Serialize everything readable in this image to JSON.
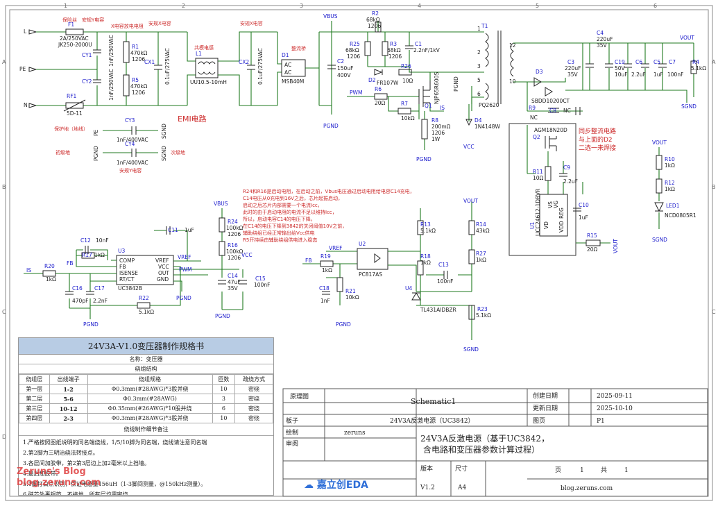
{
  "sheet": {
    "grid_top": [
      "1",
      "2",
      "3",
      "4",
      "5",
      "6"
    ],
    "grid_side": [
      "A",
      "B",
      "C",
      "D"
    ]
  },
  "inputs": {
    "L": "L",
    "PE": "PE",
    "N": "N"
  },
  "parts": {
    "F1": {
      "ref": "F1",
      "val1": "2A/250VAC",
      "val2": "JK250-2000U",
      "note": "保险丝"
    },
    "RF1": {
      "ref": "RF1",
      "val": "5D-11"
    },
    "CY1": {
      "ref": "CY1",
      "val": "1nF/250VAC"
    },
    "CY2": {
      "ref": "CY2",
      "val": "1nF/250VAC"
    },
    "R1": {
      "ref": "R1",
      "val1": "470kΩ",
      "val2": "1206"
    },
    "R5": {
      "ref": "R5",
      "val1": "470kΩ",
      "val2": "1206"
    },
    "CX1": {
      "ref": "CX1",
      "val": "0.1uF/275VAC"
    },
    "L1": {
      "ref": "L1",
      "val": "UU10.5-10mH",
      "note": "共模电感"
    },
    "CX2": {
      "ref": "CX2",
      "val": "0.1uF/275VAC"
    },
    "D1": {
      "ref": "D1",
      "val": "MSB40M",
      "note": "整流桥"
    },
    "C2": {
      "ref": "C2",
      "val1": "150uF",
      "val2": "400V"
    },
    "R2": {
      "ref": "R2",
      "val1": "68kΩ",
      "val2": "1206"
    },
    "R25": {
      "ref": "R25",
      "val1": "68kΩ",
      "val2": "1206"
    },
    "R3": {
      "ref": "R3",
      "val1": "68kΩ",
      "val2": "1206"
    },
    "C1": {
      "ref": "C1",
      "val": "2.2nF/1kV"
    },
    "D2": {
      "ref": "D2",
      "val": "FR107W"
    },
    "R26": {
      "ref": "R26",
      "val": "10Ω"
    },
    "R6": {
      "ref": "R6",
      "val": "20Ω"
    },
    "Q1": {
      "ref": "Q1",
      "val": "NJP65R600S"
    },
    "R7": {
      "ref": "R7",
      "val": "10kΩ"
    },
    "R8": {
      "ref": "R8",
      "val1": "200mΩ",
      "val2": "1206",
      "val3": "1W"
    },
    "T1": {
      "ref": "T1",
      "val": "PQ2620"
    },
    "D4": {
      "ref": "D4",
      "val": "1N4148W"
    },
    "D3": {
      "ref": "D3",
      "val": "SBDD10200CT"
    },
    "C4": {
      "ref": "C4",
      "val1": "220uF",
      "val2": "35V"
    },
    "C3": {
      "ref": "C3",
      "val1": "220uF",
      "val2": "35V"
    },
    "C19": {
      "ref": "C19",
      "val1": "50V",
      "val2": "10uF"
    },
    "C6": {
      "ref": "C6",
      "val": "2.2uF"
    },
    "C7": {
      "ref": "C7",
      "val": "100nF"
    },
    "C5": {
      "ref": "C5",
      "val": "1uF"
    },
    "R4": {
      "ref": "R4",
      "val": "5.1kΩ"
    },
    "R9": {
      "ref": "R9",
      "val": "NC"
    },
    "C8": {
      "ref": "C8",
      "val": "NC"
    },
    "Q2": {
      "ref": "Q2",
      "val": "AGM18N20D"
    },
    "R11": {
      "ref": "R11",
      "val": "10Ω"
    },
    "C9": {
      "ref": "C9",
      "val": "2.2uF"
    },
    "U1": {
      "ref": "U1",
      "val": "UCC24612-1DBVR"
    },
    "C10": {
      "ref": "C10",
      "val": "1uF"
    },
    "R15": {
      "ref": "R15",
      "val": "20Ω"
    },
    "R10": {
      "ref": "R10",
      "val": "1kΩ"
    },
    "R12": {
      "ref": "R12",
      "val": "1kΩ"
    },
    "LED1": {
      "ref": "LED1",
      "val": "NCD0805R1"
    },
    "CY3": {
      "ref": "CY3",
      "val": "1nF/400VAC"
    },
    "CY4": {
      "ref": "CY4",
      "val": "1nF/400VAC"
    },
    "C12": {
      "ref": "C12",
      "val": "10nF"
    },
    "R17": {
      "ref": "R17",
      "val": "1kΩ"
    },
    "U3": {
      "ref": "U3",
      "val": "UC3842B"
    },
    "C11": {
      "ref": "C11",
      "val": "1uF"
    },
    "R24": {
      "ref": "R24",
      "val1": "100kΩ",
      "val2": "1206"
    },
    "R16": {
      "ref": "R16",
      "val1": "100kΩ",
      "val2": "1206"
    },
    "C14": {
      "ref": "C14",
      "val1": "47uF",
      "val2": "35V"
    },
    "C15": {
      "ref": "C15",
      "val": "100nF"
    },
    "R20": {
      "ref": "R20",
      "val": "1kΩ"
    },
    "C16": {
      "ref": "C16",
      "val": "470pF"
    },
    "C17": {
      "ref": "C17",
      "val": "2.2nF"
    },
    "R22": {
      "ref": "R22",
      "val": "5.1kΩ"
    },
    "U2": {
      "ref": "U2",
      "val": "PC817AS"
    },
    "R19": {
      "ref": "R19",
      "val": "1kΩ"
    },
    "C18": {
      "ref": "C18",
      "val": "1nF"
    },
    "R21": {
      "ref": "R21",
      "val": "10kΩ"
    },
    "R13": {
      "ref": "R13",
      "val": "5.1kΩ"
    },
    "R18": {
      "ref": "R18",
      "val": "1kΩ"
    },
    "R14": {
      "ref": "R14",
      "val": "43kΩ"
    },
    "R27": {
      "ref": "R27",
      "val": "1kΩ"
    },
    "C13": {
      "ref": "C13",
      "val": "100nF"
    },
    "U4": {
      "ref": "U4",
      "val": "TL431AIDBZR"
    },
    "R23": {
      "ref": "R23",
      "val": "5.1kΩ"
    }
  },
  "u3_pins": [
    "COMP",
    "FB",
    "ISENSE",
    "RT/CT",
    "VREF",
    "VCC",
    "OUT",
    "GND"
  ],
  "u1_pins": [
    "VS",
    "VG",
    "REG",
    "VDD",
    "VD"
  ],
  "nets": {
    "vbus": "VBUS",
    "vout": "VOUT",
    "pgnd": "PGND",
    "sgnd": "SGND",
    "vcc": "VCC",
    "pwm": "PWM",
    "is": "IS",
    "fb": "FB",
    "vref": "VREF"
  },
  "notes": {
    "emi": "EMI电路",
    "ycap": "安规Y电容",
    "xdis": "X电容放电电阻",
    "xcap1": "安规X电容",
    "xcap2": "安规X电容",
    "protect": "保护地（地线）",
    "pri_gnd": "初级地",
    "sec_gnd": "次级地",
    "ycap2": "安规Y电容",
    "sync": "同步整流电路",
    "sync2": "与上面的D2",
    "sync3": "二选一来焊接",
    "startup": [
      "R24和R16是启动电阻，在启动之前，Vbus电压通过启动电阻给电容C14充电，",
      "C14电压从0充电到16V之后，芯片起振启动，",
      "启动之后芯片内部需要一个电流Icc，",
      "此时的由于启动电阻的电流不足以维持Icc，",
      "所以，启动电容C14的电压下降，",
      "在C14的电压下降到3842的关闭阈值10V之前，",
      "辅助绕组已经正常输出给Vcc供电",
      "R5开持续由辅助绕组供电进入稳态"
    ]
  },
  "spec": {
    "title": "24V3A-V1.0变压器制作规格书",
    "name_row": "名称：变压器",
    "section": "绕组结构",
    "headers": [
      "绕组层",
      "出线端子",
      "绕组规格",
      "匝数",
      "疏绕方式"
    ],
    "rows": [
      {
        "layer": "第一层",
        "pins": "1-2",
        "spec": "Φ0.3mm(#28AWG)*3股并绕",
        "turns": "10",
        "mode": "密绕"
      },
      {
        "layer": "第二层",
        "pins": "5-6",
        "spec": "Φ0.3mm(#28AWG)",
        "turns": "3",
        "mode": "密绕"
      },
      {
        "layer": "第三层",
        "pins": "10-12",
        "spec": "Φ0.35mm(#26AWG)*10股并绕",
        "turns": "6",
        "mode": "密绕"
      },
      {
        "layer": "第四层",
        "pins": "2-3",
        "spec": "Φ0.3mm(#28AWG)*3股并绕",
        "turns": "10",
        "mode": "密绕"
      }
    ],
    "detail_title": "绕线制作细节备注",
    "notes": [
      "1.严格按照图纸说明的同名端绕线，1/5/10脚为同名端，绕线请注意同名端",
      "2.第2脚为三明治绕法转接点。",
      "3.各层间加胶带，第2第3层边上加2毫米以上挡墙。",
      "4.最后加胶带。",
      "5.1脚打白点识别，保证电感量156uH（1-3脚间测量，@150kHz测量）。",
      "6.磁芯外裹铜箔，不接地，所有层均需密绕。"
    ]
  },
  "title_block": {
    "schematic_label": "原理图",
    "schematic_name": "Schematic1",
    "create_label": "创建日期",
    "create_date": "2025-09-11",
    "update_label": "更新日期",
    "update_date": "2025-10-10",
    "board_label": "板子",
    "board": "24V3A反激电源（UC3842）",
    "page_label": "图页",
    "page": "P1",
    "drawn_label": "绘制",
    "drawn": "zeruns",
    "check_label": "审阅",
    "title": "24V3A反激电源（基于UC3842，含电路和变压器参数计算过程）",
    "version_label": "版本",
    "size_label": "尺寸",
    "version": "V1.2",
    "size": "A4",
    "page_of_label": "页",
    "page_num": "1",
    "total_label": "共",
    "total": "1",
    "site": "blog.zeruns.com",
    "logo": "嘉立创EDA"
  },
  "watermark": {
    "line1": "Zeruns's Blog",
    "line2": "blog.zeruns.com"
  }
}
